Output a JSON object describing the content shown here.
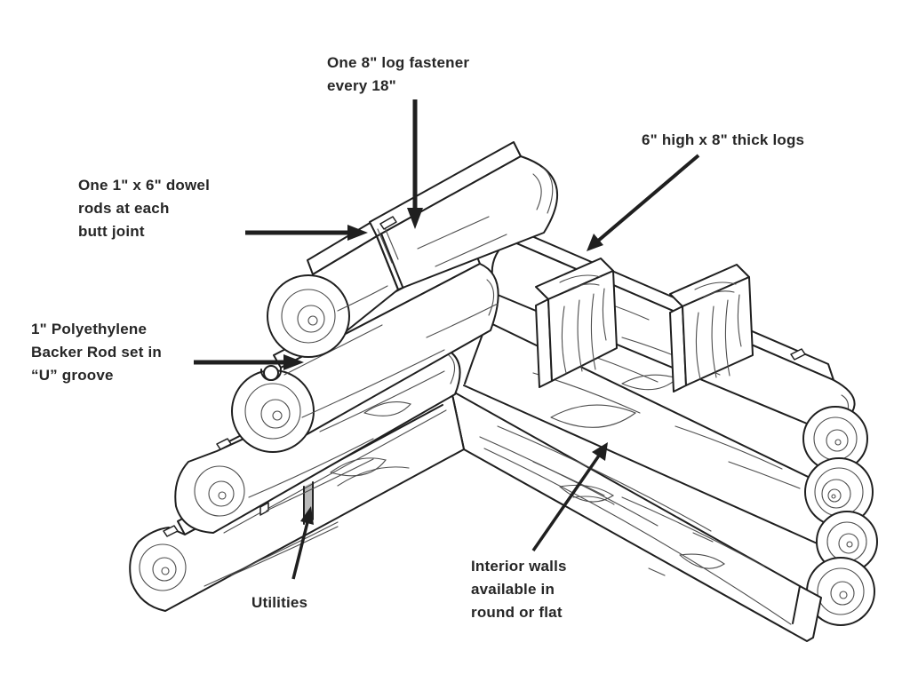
{
  "colors": {
    "line": "#1f1f1f",
    "grain": "#4d4d4d",
    "text": "#262626",
    "background": "#ffffff"
  },
  "diagram": {
    "labels": {
      "fastener": {
        "lines": [
          "One 8\" log fastener",
          "every 18\""
        ]
      },
      "thick_logs": {
        "lines": [
          "6\" high x 8\" thick logs"
        ]
      },
      "dowel": {
        "lines": [
          "One 1\" x 6\" dowel",
          "rods at each",
          "butt joint"
        ]
      },
      "backer_rod": {
        "lines": [
          "1\" Polyethylene",
          "Backer Rod set in",
          "“U” groove"
        ]
      },
      "utilities": {
        "lines": [
          "Utilities"
        ]
      },
      "interior": {
        "lines": [
          "Interior walls",
          "available in",
          "round or flat"
        ]
      }
    }
  }
}
